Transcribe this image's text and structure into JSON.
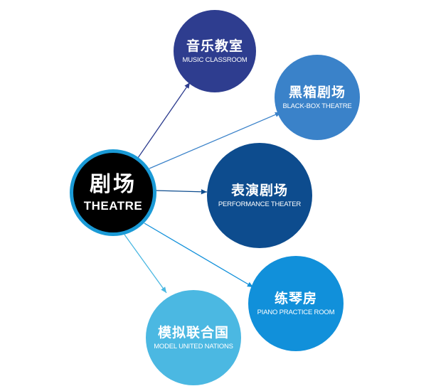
{
  "hub": {
    "title_cn": "剧场",
    "title_en": "THEATRE"
  },
  "nodes": {
    "music": {
      "title_cn": "音乐教室",
      "title_en": "MUSIC CLASSROOM"
    },
    "blackbox": {
      "title_cn": "黑箱剧场",
      "title_en": "BLACK-BOX THEATRE"
    },
    "performance": {
      "title_cn": "表演剧场",
      "title_en": "PERFORMANCE THEATER"
    },
    "piano": {
      "title_cn": "练琴房",
      "title_en": "PIANO PRACTICE ROOM"
    },
    "mun": {
      "title_cn": "模拟联合国",
      "title_en": "MODEL UNITED NATIONS"
    }
  },
  "colors": {
    "hub_fill": "#000000",
    "hub_ring": "#1a9ad6",
    "music": "#2e3d8f",
    "blackbox": "#3a82c9",
    "performance": "#0d4c8e",
    "piano": "#1190da",
    "mun": "#4bb8e2"
  }
}
